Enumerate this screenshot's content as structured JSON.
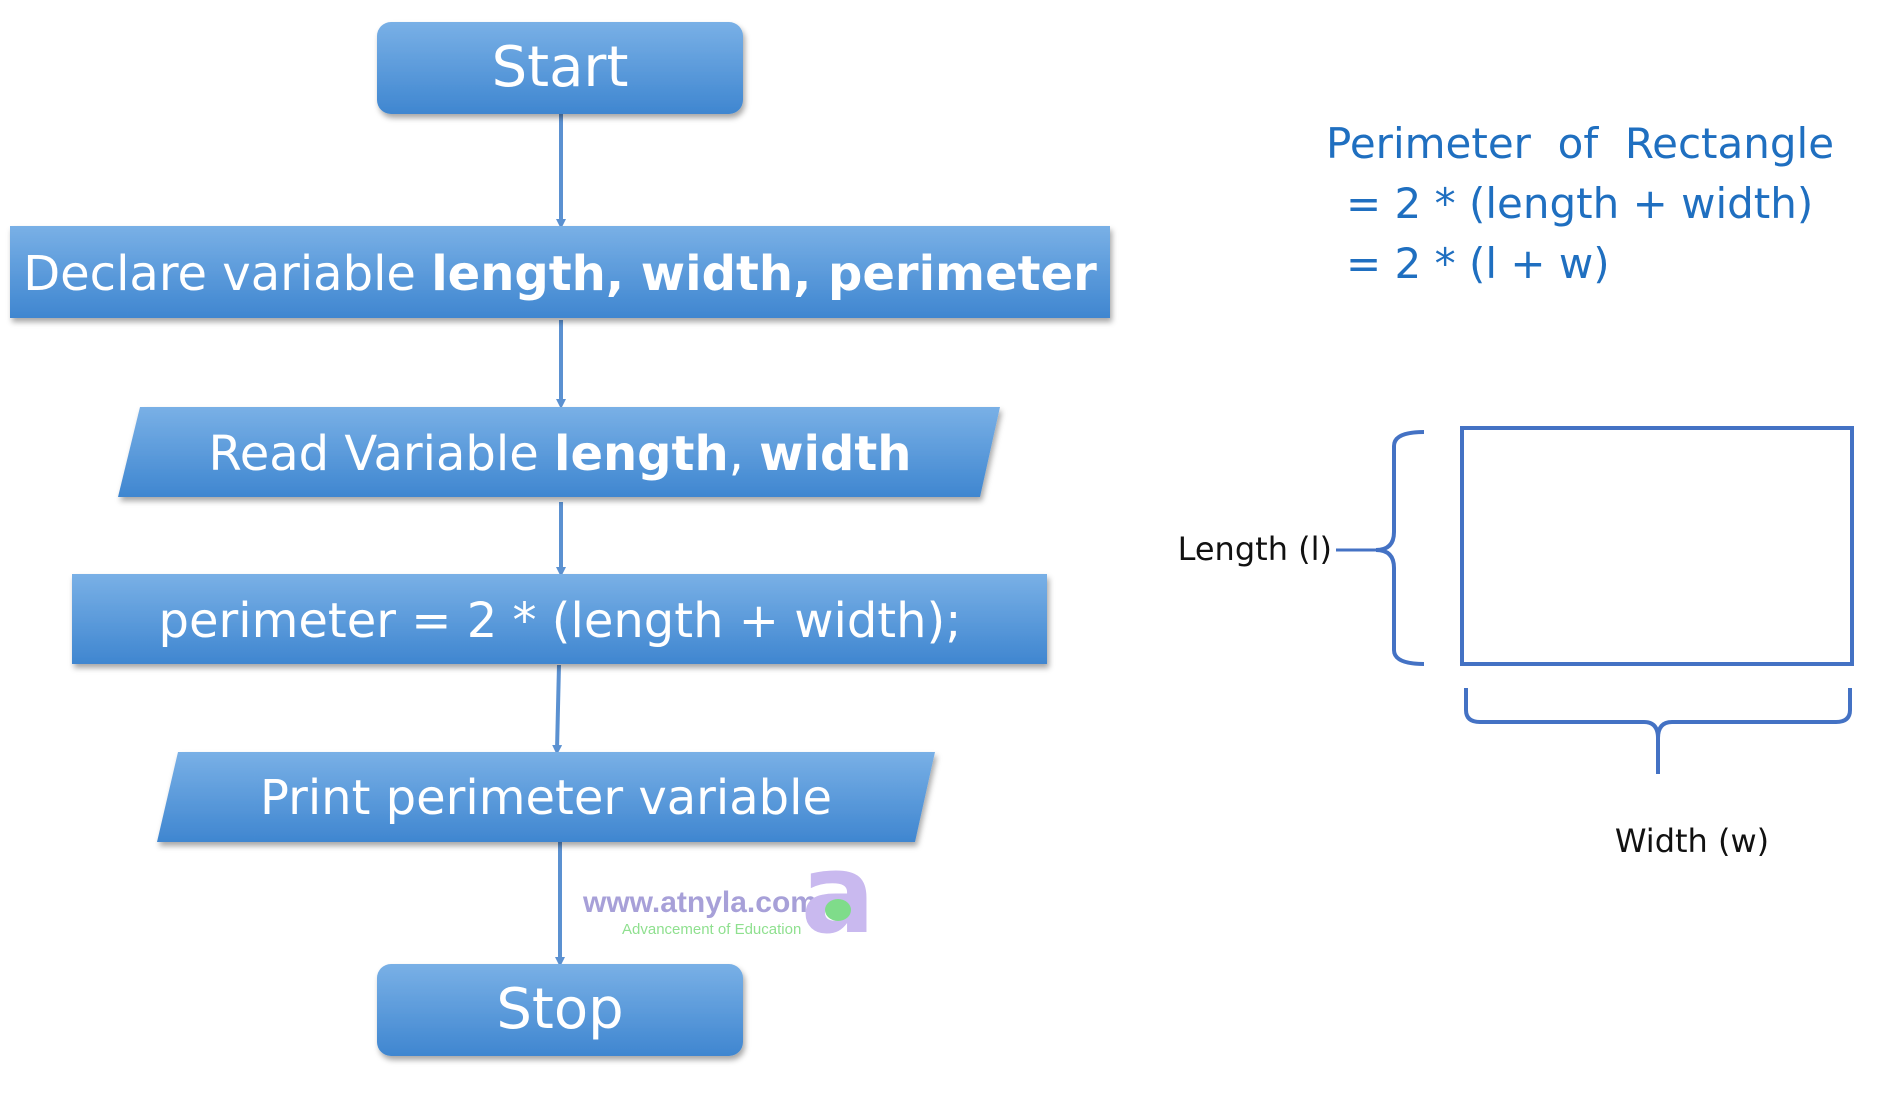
{
  "colors": {
    "node_fill_top": "#79b0e6",
    "node_fill_bottom": "#3f86d0",
    "node_text": "#ffffff",
    "arrow": "#5b91d1",
    "formula_text": "#1f6fc0",
    "diagram_stroke": "#4472c4",
    "label_text": "#111111",
    "watermark_url": "#a7a0d8",
    "watermark_tagline": "#8fe08f"
  },
  "flowchart": {
    "start": {
      "shape": "terminator",
      "text": "Start"
    },
    "declare": {
      "shape": "process",
      "text_plain": "Declare variable ",
      "text_bold": "length, width, perimeter"
    },
    "read": {
      "shape": "input-output",
      "text_plain": "Read Variable ",
      "text_bold_1": "length",
      "text_sep": ", ",
      "text_bold_2": "width"
    },
    "compute": {
      "shape": "process",
      "text": "perimeter = 2 * (length + width);"
    },
    "print": {
      "shape": "input-output",
      "text": "Print perimeter variable"
    },
    "stop": {
      "shape": "terminator",
      "text": "Stop"
    }
  },
  "formula": {
    "title": "Perimeter  of  Rectangle",
    "line1": "= 2 * (length + width)",
    "line2": "= 2 * (l + w)"
  },
  "rectangle_diagram": {
    "length_label": "Length (l)",
    "width_label": "Width (w)"
  },
  "watermark": {
    "url": "www.atnyla.com",
    "tagline": "Advancement of Education",
    "logo_letter": "a"
  }
}
